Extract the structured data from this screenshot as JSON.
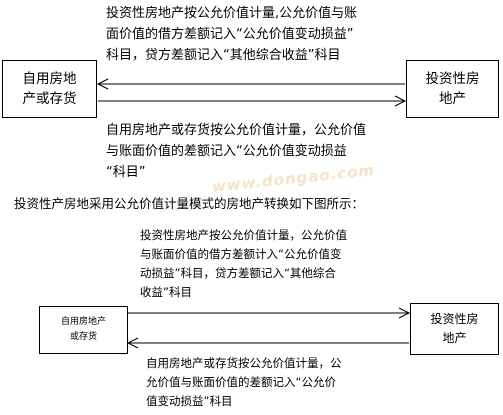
{
  "diagram1": {
    "box_left": "自用房地\n产或存货",
    "box_right": "投资性房\n地产",
    "text_top": "投资性房地产按公允价值计量,公允价值与账\n面价值的借方差额记入“公允价值变动损益”\n科目，贷方差额记入“其他综合收益”科目",
    "text_bottom": "自用房地产或存货按公允价值计量，公允价值\n与账面价值的差额记入“公允价值变动损益\n“科目”"
  },
  "caption": "投资性产房地采用公允价值计量模式的房地产转换如下图所示：",
  "diagram2": {
    "box_left": "自用房地产\n或存货",
    "box_right": "投资性房\n地产",
    "text_top": "投资性房地产按公允价值计量，公允价值\n与账面价值的借方差额计入“公允价值变\n动损益”科目，贷方差额记入“其他综合\n收益”科目",
    "text_bottom": "自用房地产或存货按公允价值计量，公\n允价值与账面价值的差额记入“公允价\n值变动损益”科目"
  },
  "watermark": "www.dongao.com",
  "colors": {
    "line": "#000000",
    "text": "#000000",
    "watermark": "#f6e3c9"
  }
}
